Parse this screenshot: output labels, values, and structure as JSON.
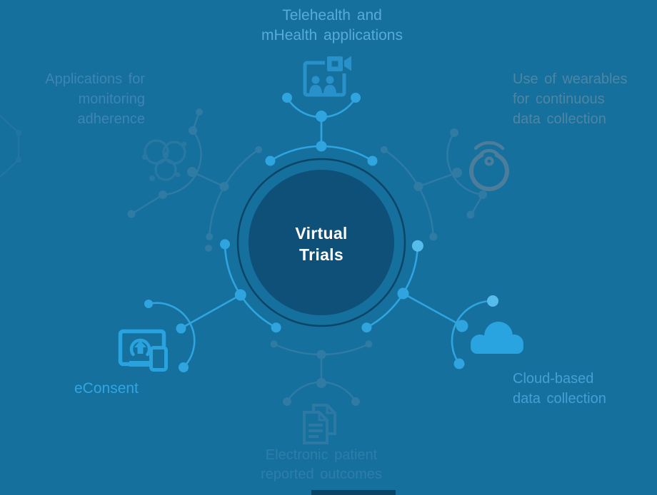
{
  "center": {
    "lines": [
      "Virtual",
      "Trials"
    ]
  },
  "nodes": [
    {
      "id": "telehealth",
      "tone": "bright",
      "icon": "video-call-icon",
      "lines": [
        "Telehealth and",
        "mHealth applications"
      ]
    },
    {
      "id": "adherence",
      "tone": "muted",
      "icon": "stethoscope-icon",
      "lines": [
        "Applications for",
        "monitoring",
        "adherence"
      ]
    },
    {
      "id": "wearables",
      "tone": "muted",
      "icon": "smartwatch-icon",
      "lines": [
        "Use of wearables",
        "for continuous",
        "data collection"
      ]
    },
    {
      "id": "econsent",
      "tone": "bright",
      "icon": "monitor-phone-icon",
      "lines": [
        "eConsent"
      ]
    },
    {
      "id": "cloud",
      "tone": "bright",
      "icon": "cloud-icon",
      "lines": [
        "Cloud-based",
        "data collection"
      ]
    },
    {
      "id": "epro",
      "tone": "muted",
      "icon": "documents-icon",
      "lines": [
        "Electronic patient",
        "reported outcomes"
      ]
    }
  ],
  "colors": {
    "background": "#15709E",
    "center-fill": "#0E5078",
    "navy": "#0A4466",
    "bright": "#2FA4DE",
    "bright-hi": "#55BCEC",
    "muted": "#2F7BA4",
    "muted-gray": "#4C7E9B",
    "icon-telehealth": "#2991C9",
    "icon-bright": "#2AA2DD",
    "cloud": "#2AA4E0",
    "text-top": "#58ABD9",
    "text-topleft": "#3D85B2",
    "text-topright": "#4D86A3",
    "text-econsent": "#32A5E0",
    "text-cloud": "#44A0D2",
    "text-bottom": "#2F7DA9",
    "center-text": "#FFFFFF"
  }
}
